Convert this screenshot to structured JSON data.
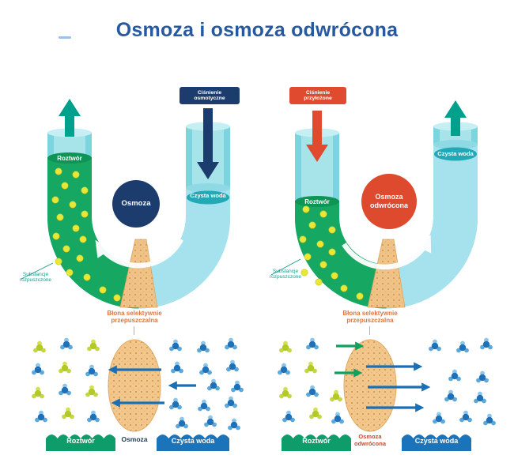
{
  "title": "Osmoza i osmoza odwrócona",
  "osmosis": {
    "heading": "Osmoza",
    "pressure_label": "Ciśnienie osmotyczne",
    "tube": {
      "solution": "Roztwór",
      "clean_water": "Czysta woda",
      "solutes": "Substancje rozpuszczone"
    },
    "membrane_label": "Błona selektywnie przepuszczalna",
    "bottom": {
      "solution": "Roztwór",
      "process": "Osmoza",
      "clean_water": "Czysta woda"
    }
  },
  "reverse_osmosis": {
    "heading": "Osmoza odwrócona",
    "pressure_label": "Ciśnienie przyłożone",
    "tube": {
      "solution": "Roztwór",
      "clean_water": "Czysta woda",
      "solutes": "Substancje rozpuszczone"
    },
    "membrane_label": "Błona selektywnie przepuszczalna",
    "bottom": {
      "solution": "Roztwór",
      "process": "Osmoza odwrócona",
      "clean_water": "Czysta woda"
    }
  },
  "colors": {
    "title_blue": "#27599f",
    "navy": "#1d3c6e",
    "red": "#e04b2f",
    "teal_arrow": "#00a18c",
    "tube_glass": "#7bd4de",
    "solution_green": "#16a762",
    "clean_water_blue": "#a5e2ee",
    "solute_yellow": "#e8e636",
    "membrane_sand": "#f2c78c",
    "banner_green": "#0e9d6a",
    "banner_blue": "#1b74ba",
    "membrane_text_orange": "#e0763c"
  }
}
